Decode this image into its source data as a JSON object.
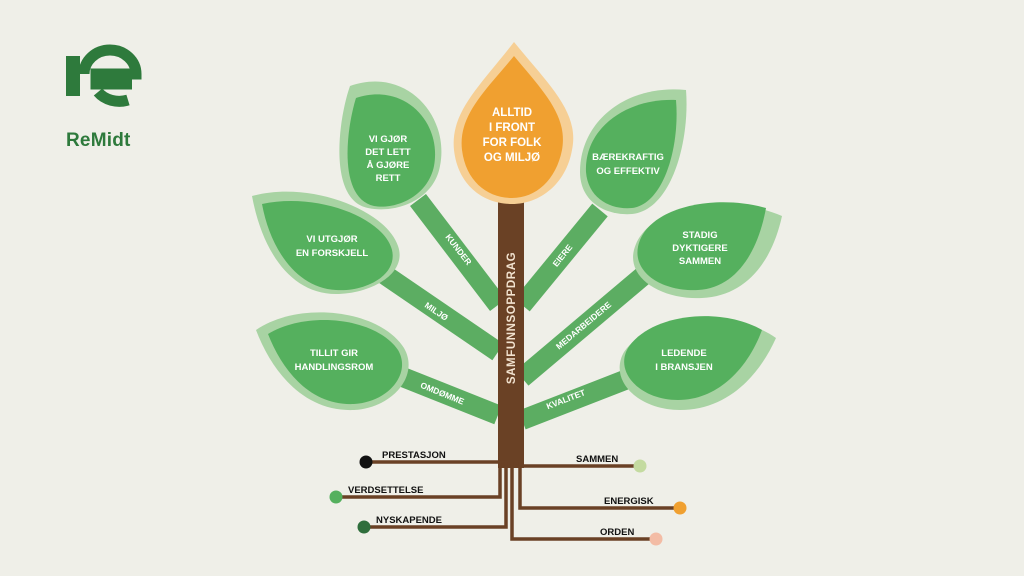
{
  "brand": {
    "name": "ReMidt"
  },
  "colors": {
    "background": "#efefe8",
    "brand_green": "#2e7a3c",
    "leaf": "#55b05e",
    "leaf_shadow": "#a8d3a3",
    "branch": "#5cad62",
    "trunk": "#6a4125",
    "flame": "#f0a030",
    "flame_glow": "#f6cf95",
    "root": "#6a4125"
  },
  "tree": {
    "trunk_label": "SAMFUNNSOPPDRAG",
    "crown": {
      "lines": [
        "ALLTID",
        "I FRONT",
        "FOR FOLK",
        "OG MILJØ"
      ]
    },
    "leaves": [
      {
        "id": "kunder",
        "lines": [
          "VI GJØR",
          "DET LETT",
          "Å GJØRE",
          "RETT"
        ],
        "branch_label": "KUNDER"
      },
      {
        "id": "miljo",
        "lines": [
          "VI UTGJØR",
          "EN FORSKJELL"
        ],
        "branch_label": "MILJØ"
      },
      {
        "id": "omdomme",
        "lines": [
          "TILLIT GIR",
          "HANDLINGSROM"
        ],
        "branch_label": "OMDØMME"
      },
      {
        "id": "eiere",
        "lines": [
          "BÆREKRAFTIG",
          "OG EFFEKTIV"
        ],
        "branch_label": "EIERE"
      },
      {
        "id": "medarbeidere",
        "lines": [
          "STADIG",
          "DYKTIGERE",
          "SAMMEN"
        ],
        "branch_label": "MEDARBEIDERE"
      },
      {
        "id": "kvalitet",
        "lines": [
          "LEDENDE",
          "I BRANSJEN"
        ],
        "branch_label": "KVALITET"
      }
    ],
    "roots": [
      {
        "id": "prestasjon",
        "label": "PRESTASJON",
        "dot_color": "#111111"
      },
      {
        "id": "verdsettelse",
        "label": "VERDSETTELSE",
        "dot_color": "#55b05e"
      },
      {
        "id": "nyskapende",
        "label": "NYSKAPENDE",
        "dot_color": "#2f6e3c"
      },
      {
        "id": "sammen",
        "label": "SAMMEN",
        "dot_color": "#c4dba0"
      },
      {
        "id": "energisk",
        "label": "ENERGISK",
        "dot_color": "#f0a030"
      },
      {
        "id": "orden",
        "label": "ORDEN",
        "dot_color": "#f3bca5"
      }
    ]
  }
}
